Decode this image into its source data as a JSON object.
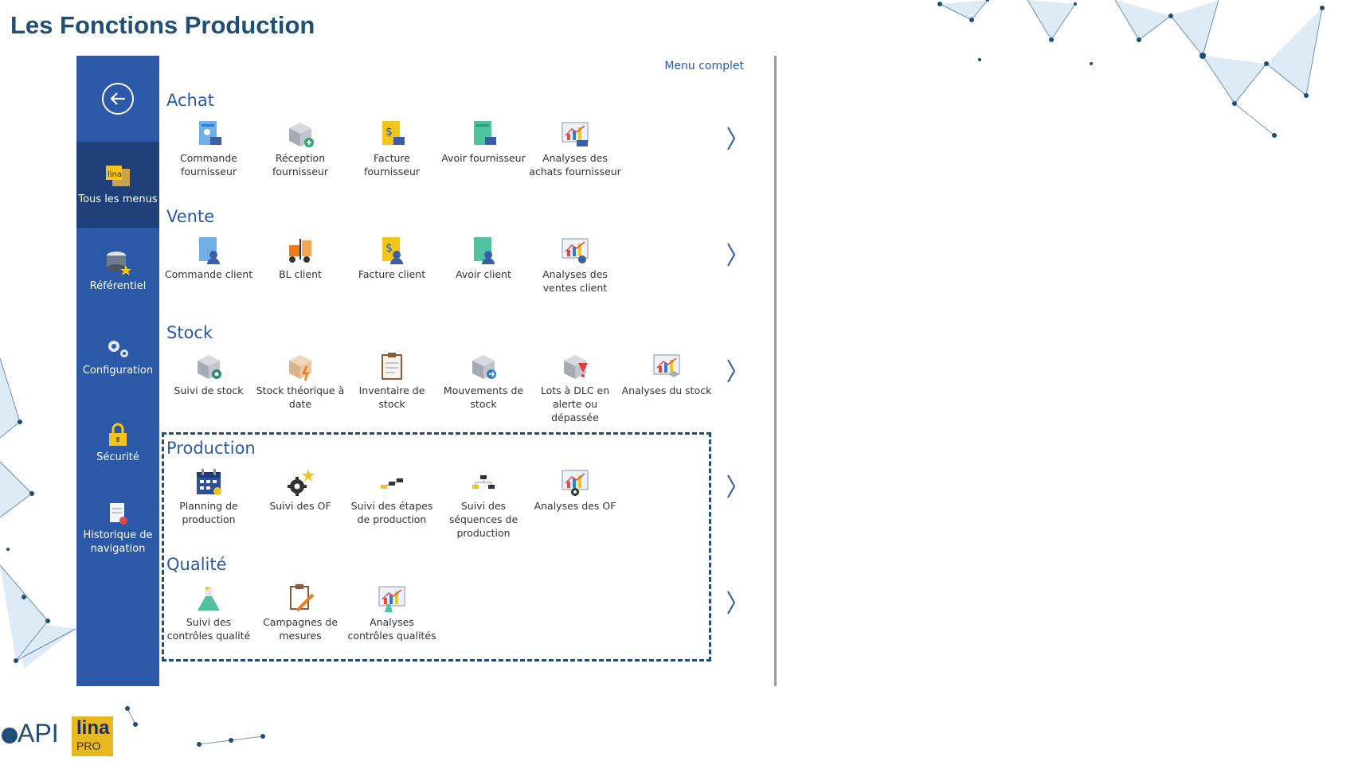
{
  "slide_title": "Les Fonctions Production",
  "sidebar": {
    "items": [
      {
        "label": "Tous les menus",
        "icon": "lina-menus-icon",
        "active": true
      },
      {
        "label": "Référentiel",
        "icon": "database-star-icon"
      },
      {
        "label": "Configuration",
        "icon": "gears-icon"
      },
      {
        "label": "Sécurité",
        "icon": "lock-icon"
      },
      {
        "label": "Historique de navigation",
        "icon": "history-document-icon"
      }
    ]
  },
  "menu_complet": "Menu complet",
  "sections": [
    {
      "title": "Achat",
      "items": [
        {
          "label": "Commande fournisseur",
          "icon": "purchase-order-icon"
        },
        {
          "label": "Réception fournisseur",
          "icon": "receipt-box-icon"
        },
        {
          "label": "Facture fournisseur",
          "icon": "invoice-icon"
        },
        {
          "label": "Avoir fournisseur",
          "icon": "credit-note-icon"
        },
        {
          "label": "Analyses des achats fournisseur",
          "icon": "analytics-chart-icon"
        }
      ]
    },
    {
      "title": "Vente",
      "items": [
        {
          "label": "Commande client",
          "icon": "customer-order-icon"
        },
        {
          "label": "BL client",
          "icon": "forklift-icon"
        },
        {
          "label": "Facture client",
          "icon": "customer-invoice-icon"
        },
        {
          "label": "Avoir client",
          "icon": "customer-credit-icon"
        },
        {
          "label": "Analyses des ventes client",
          "icon": "analytics-chart-icon"
        }
      ]
    },
    {
      "title": "Stock",
      "items": [
        {
          "label": "Suivi de stock",
          "icon": "stock-box-icon"
        },
        {
          "label": "Stock théorique à date",
          "icon": "stock-date-icon"
        },
        {
          "label": "Inventaire de stock",
          "icon": "inventory-clipboard-icon"
        },
        {
          "label": "Mouvements de stock",
          "icon": "stock-movement-icon"
        },
        {
          "label": "Lots à DLC en alerte ou dépassée",
          "icon": "expiry-alert-icon"
        },
        {
          "label": "Analyses du stock",
          "icon": "analytics-chart-icon"
        }
      ]
    },
    {
      "title": "Production",
      "items": [
        {
          "label": "Planning de production",
          "icon": "calendar-icon"
        },
        {
          "label": "Suivi des OF",
          "icon": "gear-star-icon"
        },
        {
          "label": "Suivi des étapes de production",
          "icon": "steps-icon"
        },
        {
          "label": "Suivi des séquences de production",
          "icon": "sequence-icon"
        },
        {
          "label": "Analyses des OF",
          "icon": "analytics-chart-icon"
        }
      ]
    },
    {
      "title": "Qualité",
      "items": [
        {
          "label": "Suivi des contrôles qualité",
          "icon": "flask-icon"
        },
        {
          "label": "Campagnes de mesures",
          "icon": "measure-clipboard-icon"
        },
        {
          "label": "Analyses contrôles qualités",
          "icon": "analytics-chart-icon"
        }
      ]
    }
  ],
  "logos": {
    "api": "API",
    "lina": "lina",
    "pro": "PRO"
  }
}
